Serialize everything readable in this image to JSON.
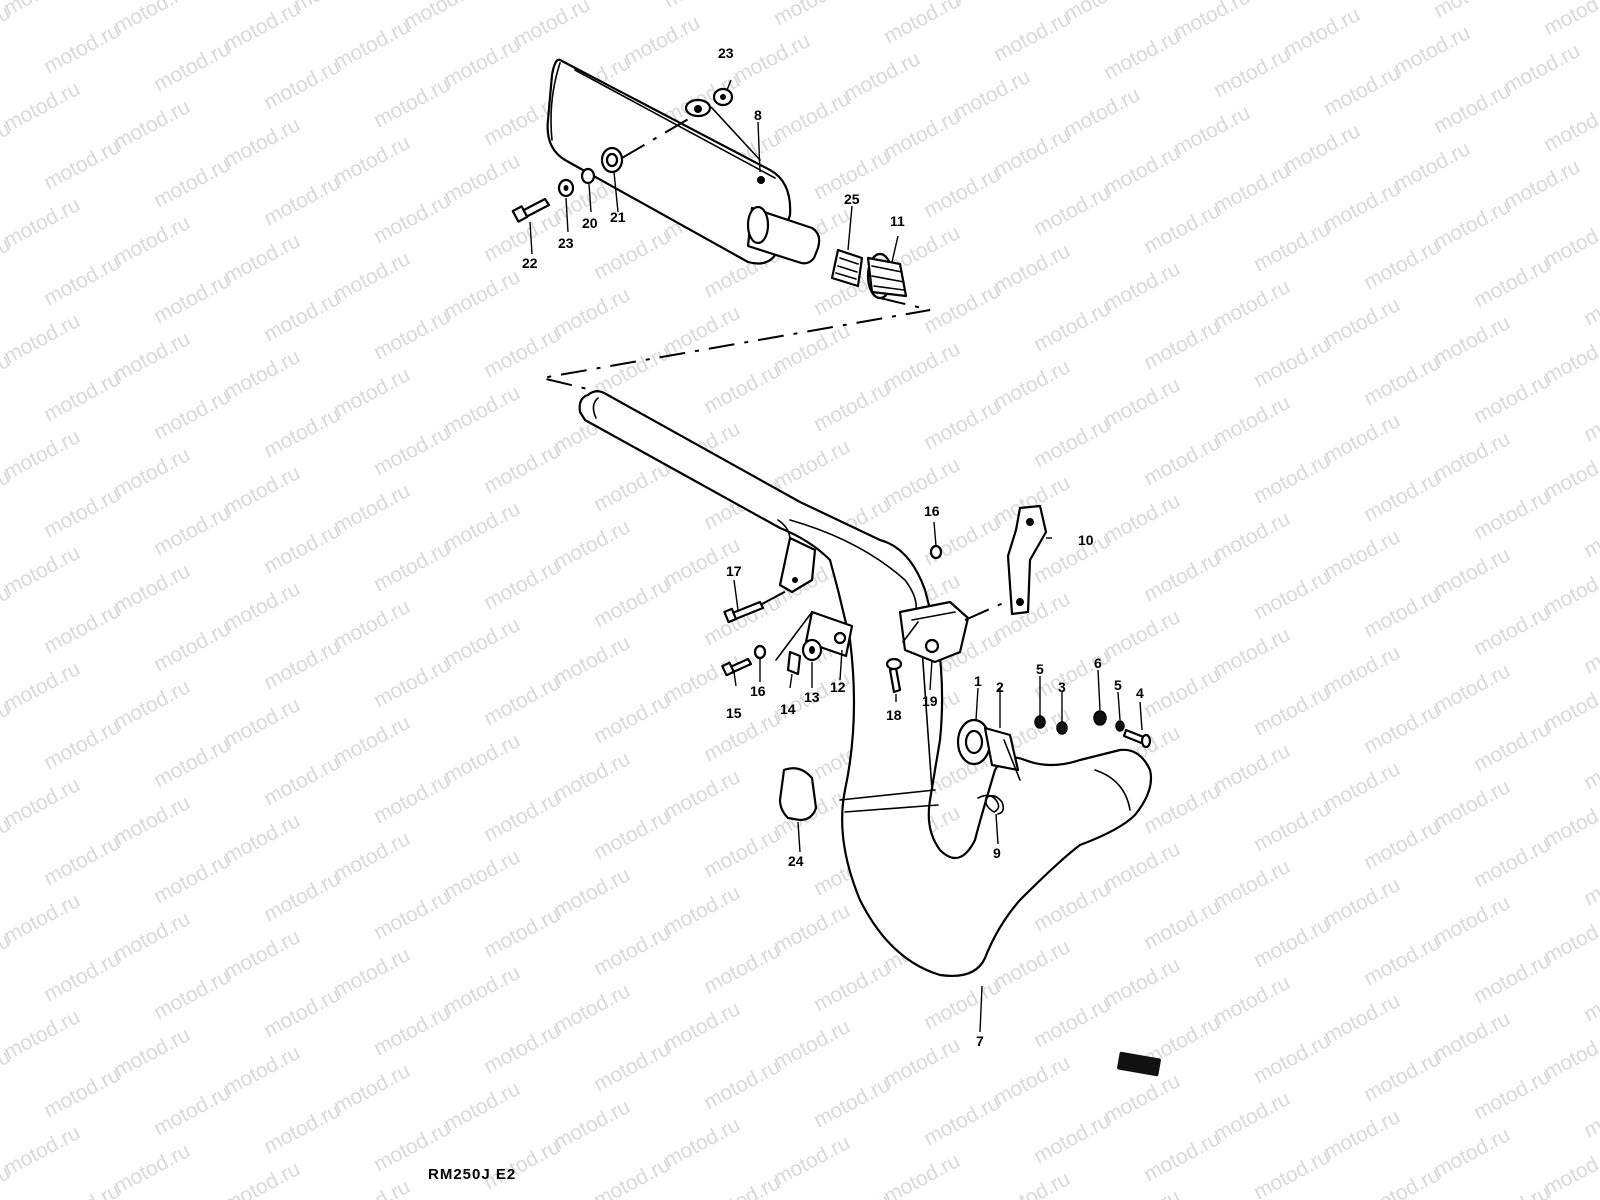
{
  "watermark": "motod.ru",
  "model_code": "RM250J E2",
  "callouts": {
    "c1": "1",
    "c2": "2",
    "c3": "3",
    "c4": "4",
    "c5a": "5",
    "c5b": "5",
    "c6": "6",
    "c7": "7",
    "c8": "8",
    "c9": "9",
    "c10": "10",
    "c11": "11",
    "c12": "12",
    "c13": "13",
    "c14": "14",
    "c15": "15",
    "c16a": "16",
    "c16b": "16",
    "c17": "17",
    "c18": "18",
    "c19": "19",
    "c20": "20",
    "c21": "21",
    "c22": "22",
    "c23a": "23",
    "c23b": "23",
    "c24": "24",
    "c25": "25"
  }
}
